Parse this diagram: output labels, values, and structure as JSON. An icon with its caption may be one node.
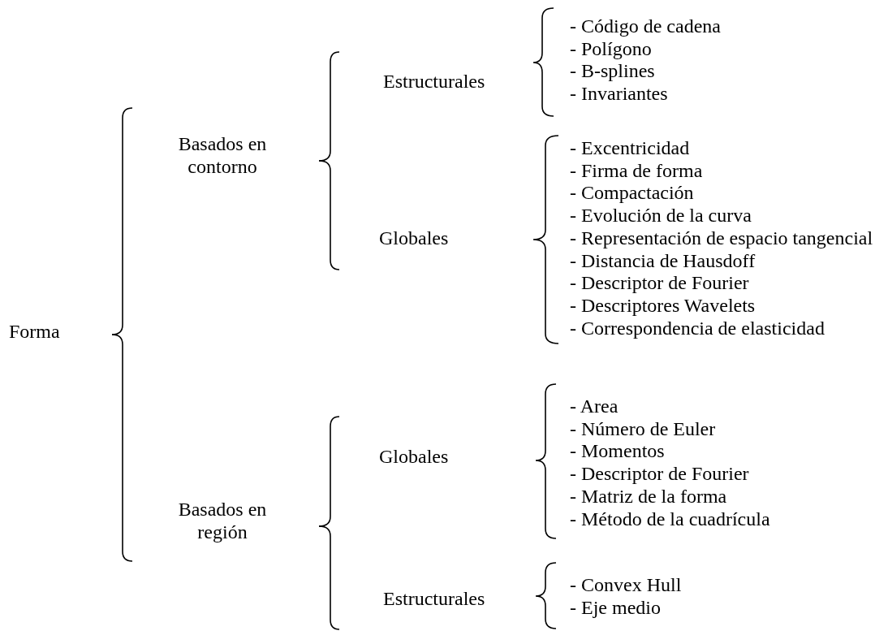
{
  "diagram": {
    "nodes": [
      {
        "text": [
          "Forma"
        ]
      },
      {
        "text": [
          "Basados en contorno"
        ]
      },
      {
        "text": [
          "Estructurales"
        ],
        "beside": [
          "- Código de cadena",
          "- Polígono",
          "- B-splines",
          "- Invariantes"
        ]
      },
      {
        "text": [
          "Globales"
        ],
        "beside": [
          "- Excentricidad",
          "- Firma de forma",
          "- Compactación",
          "- Evolución de la curva",
          "- Representación de espacio tangencial",
          "- Distancia de Hausdoff",
          "- Descriptor de Fourier",
          "- Descriptores Wavelets",
          "- Correspondencia de elasticidad"
        ]
      },
      {
        "text": [
          "Basados en región"
        ]
      },
      {
        "text": [
          "Globales"
        ],
        "beside": [
          "- Area",
          "- Número de Euler",
          "- Momentos",
          "- Descriptor de Fourier",
          "- Matriz de la forma",
          "- Método de la cuadrícula"
        ]
      },
      {
        "text": [
          "Estructurales"
        ],
        "beside": [
          "- Convex Hull",
          "- Eje medio"
        ]
      }
    ],
    "edges": [
      {
        "from": 0,
        "to": 1,
        "arrow": "none"
      },
      {
        "from": 0,
        "to": 4,
        "arrow": "none"
      },
      {
        "from": 1,
        "to": 2,
        "arrow": "none"
      },
      {
        "from": 1,
        "to": 3,
        "arrow": "none"
      },
      {
        "from": 4,
        "to": 5,
        "arrow": "none"
      },
      {
        "from": 4,
        "to": 6,
        "arrow": "none"
      }
    ]
  }
}
